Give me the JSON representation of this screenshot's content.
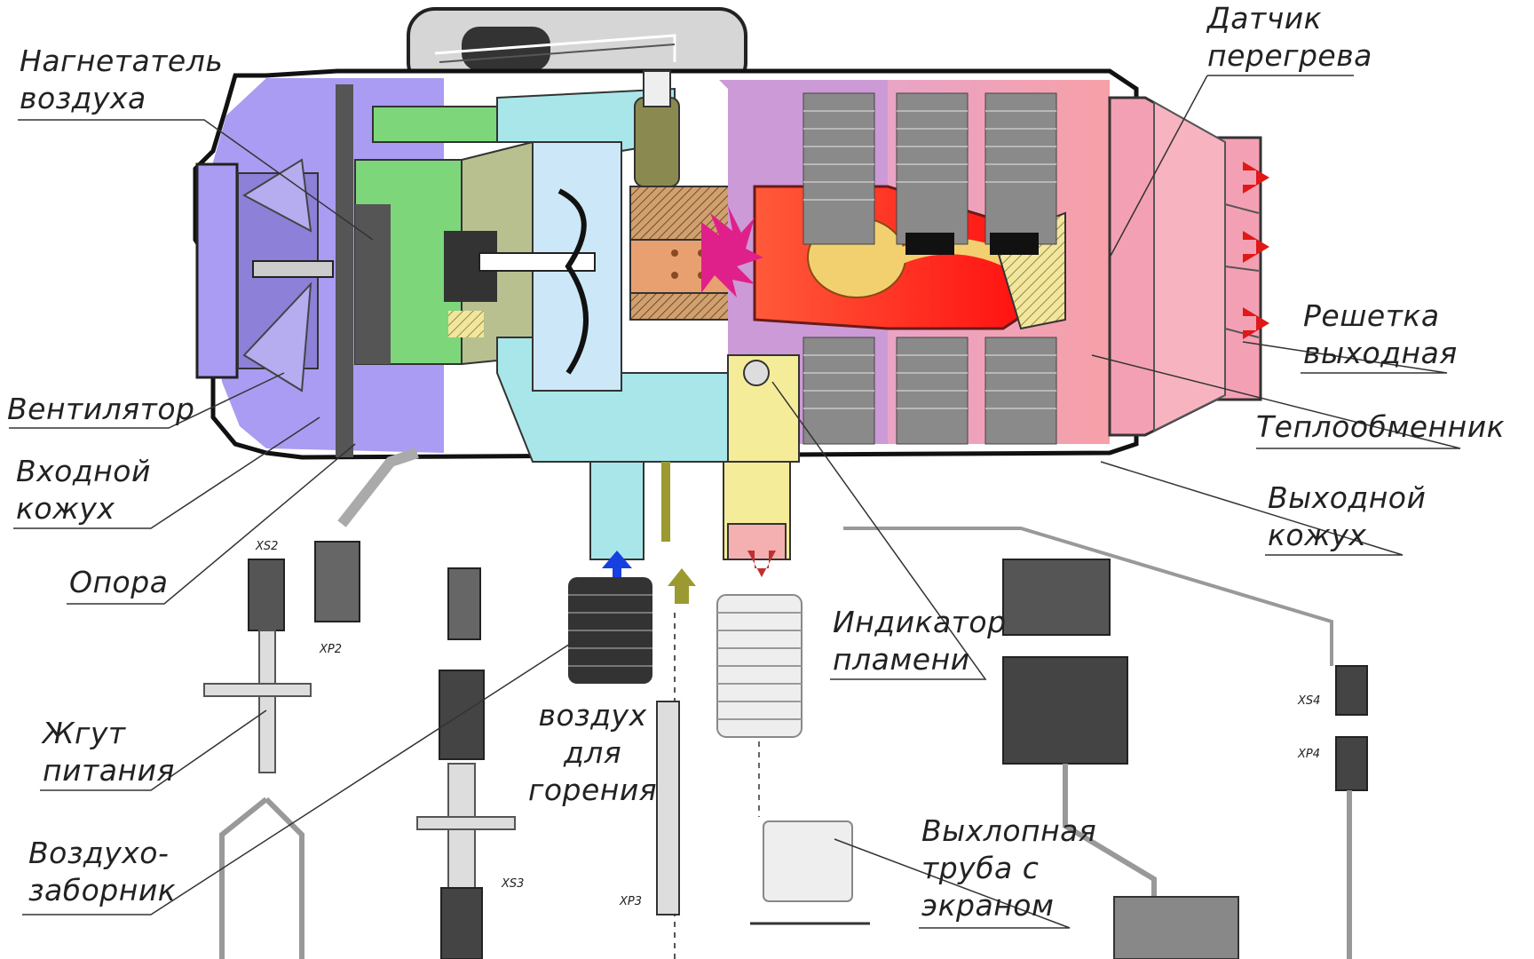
{
  "labels": {
    "blower": [
      "Нагнетатель",
      "воздуха"
    ],
    "fan": [
      "Вентилятор"
    ],
    "inlet_cover": [
      "Входной",
      "кожух"
    ],
    "support": [
      "Опора"
    ],
    "power_harness": [
      "Жгут",
      "питания"
    ],
    "air_intake": [
      "Воздухо-",
      "заборник"
    ],
    "combustion_air": [
      "воздух",
      "для",
      "горения"
    ],
    "overheat_sensor": [
      "Датчик",
      "перегрева"
    ],
    "outlet_grille": [
      "Решетка",
      "выходная"
    ],
    "heat_exchanger": [
      "Теплообменник"
    ],
    "outlet_cover": [
      "Выходной",
      "кожух"
    ],
    "flame_indicator": [
      "Индикатор",
      "пламени"
    ],
    "exhaust_pipe": [
      "Выхлопная",
      "труба с",
      "экраном"
    ]
  },
  "connectors": {
    "xs2": "XS2",
    "xp2": "XP2",
    "xs3": "XS3",
    "xp3": "XP3",
    "xs4": "XS4",
    "xp4": "XP4"
  },
  "colors": {
    "inlet_zone": "#a99cf2",
    "blower_motor": "#7dd67a",
    "air_channel": "#a9e6e9",
    "combustion_chamber": "#e8a070",
    "flame": "#ff2a2a",
    "hot_zone": "#f4a0b4",
    "heat_exchanger_fins": "#8a8a8a",
    "exhaust_zone": "#f5ec9a",
    "air_arrow": "#1640e0",
    "hot_arrow": "#e01818",
    "fuel_arrow": "#9a9a30"
  }
}
